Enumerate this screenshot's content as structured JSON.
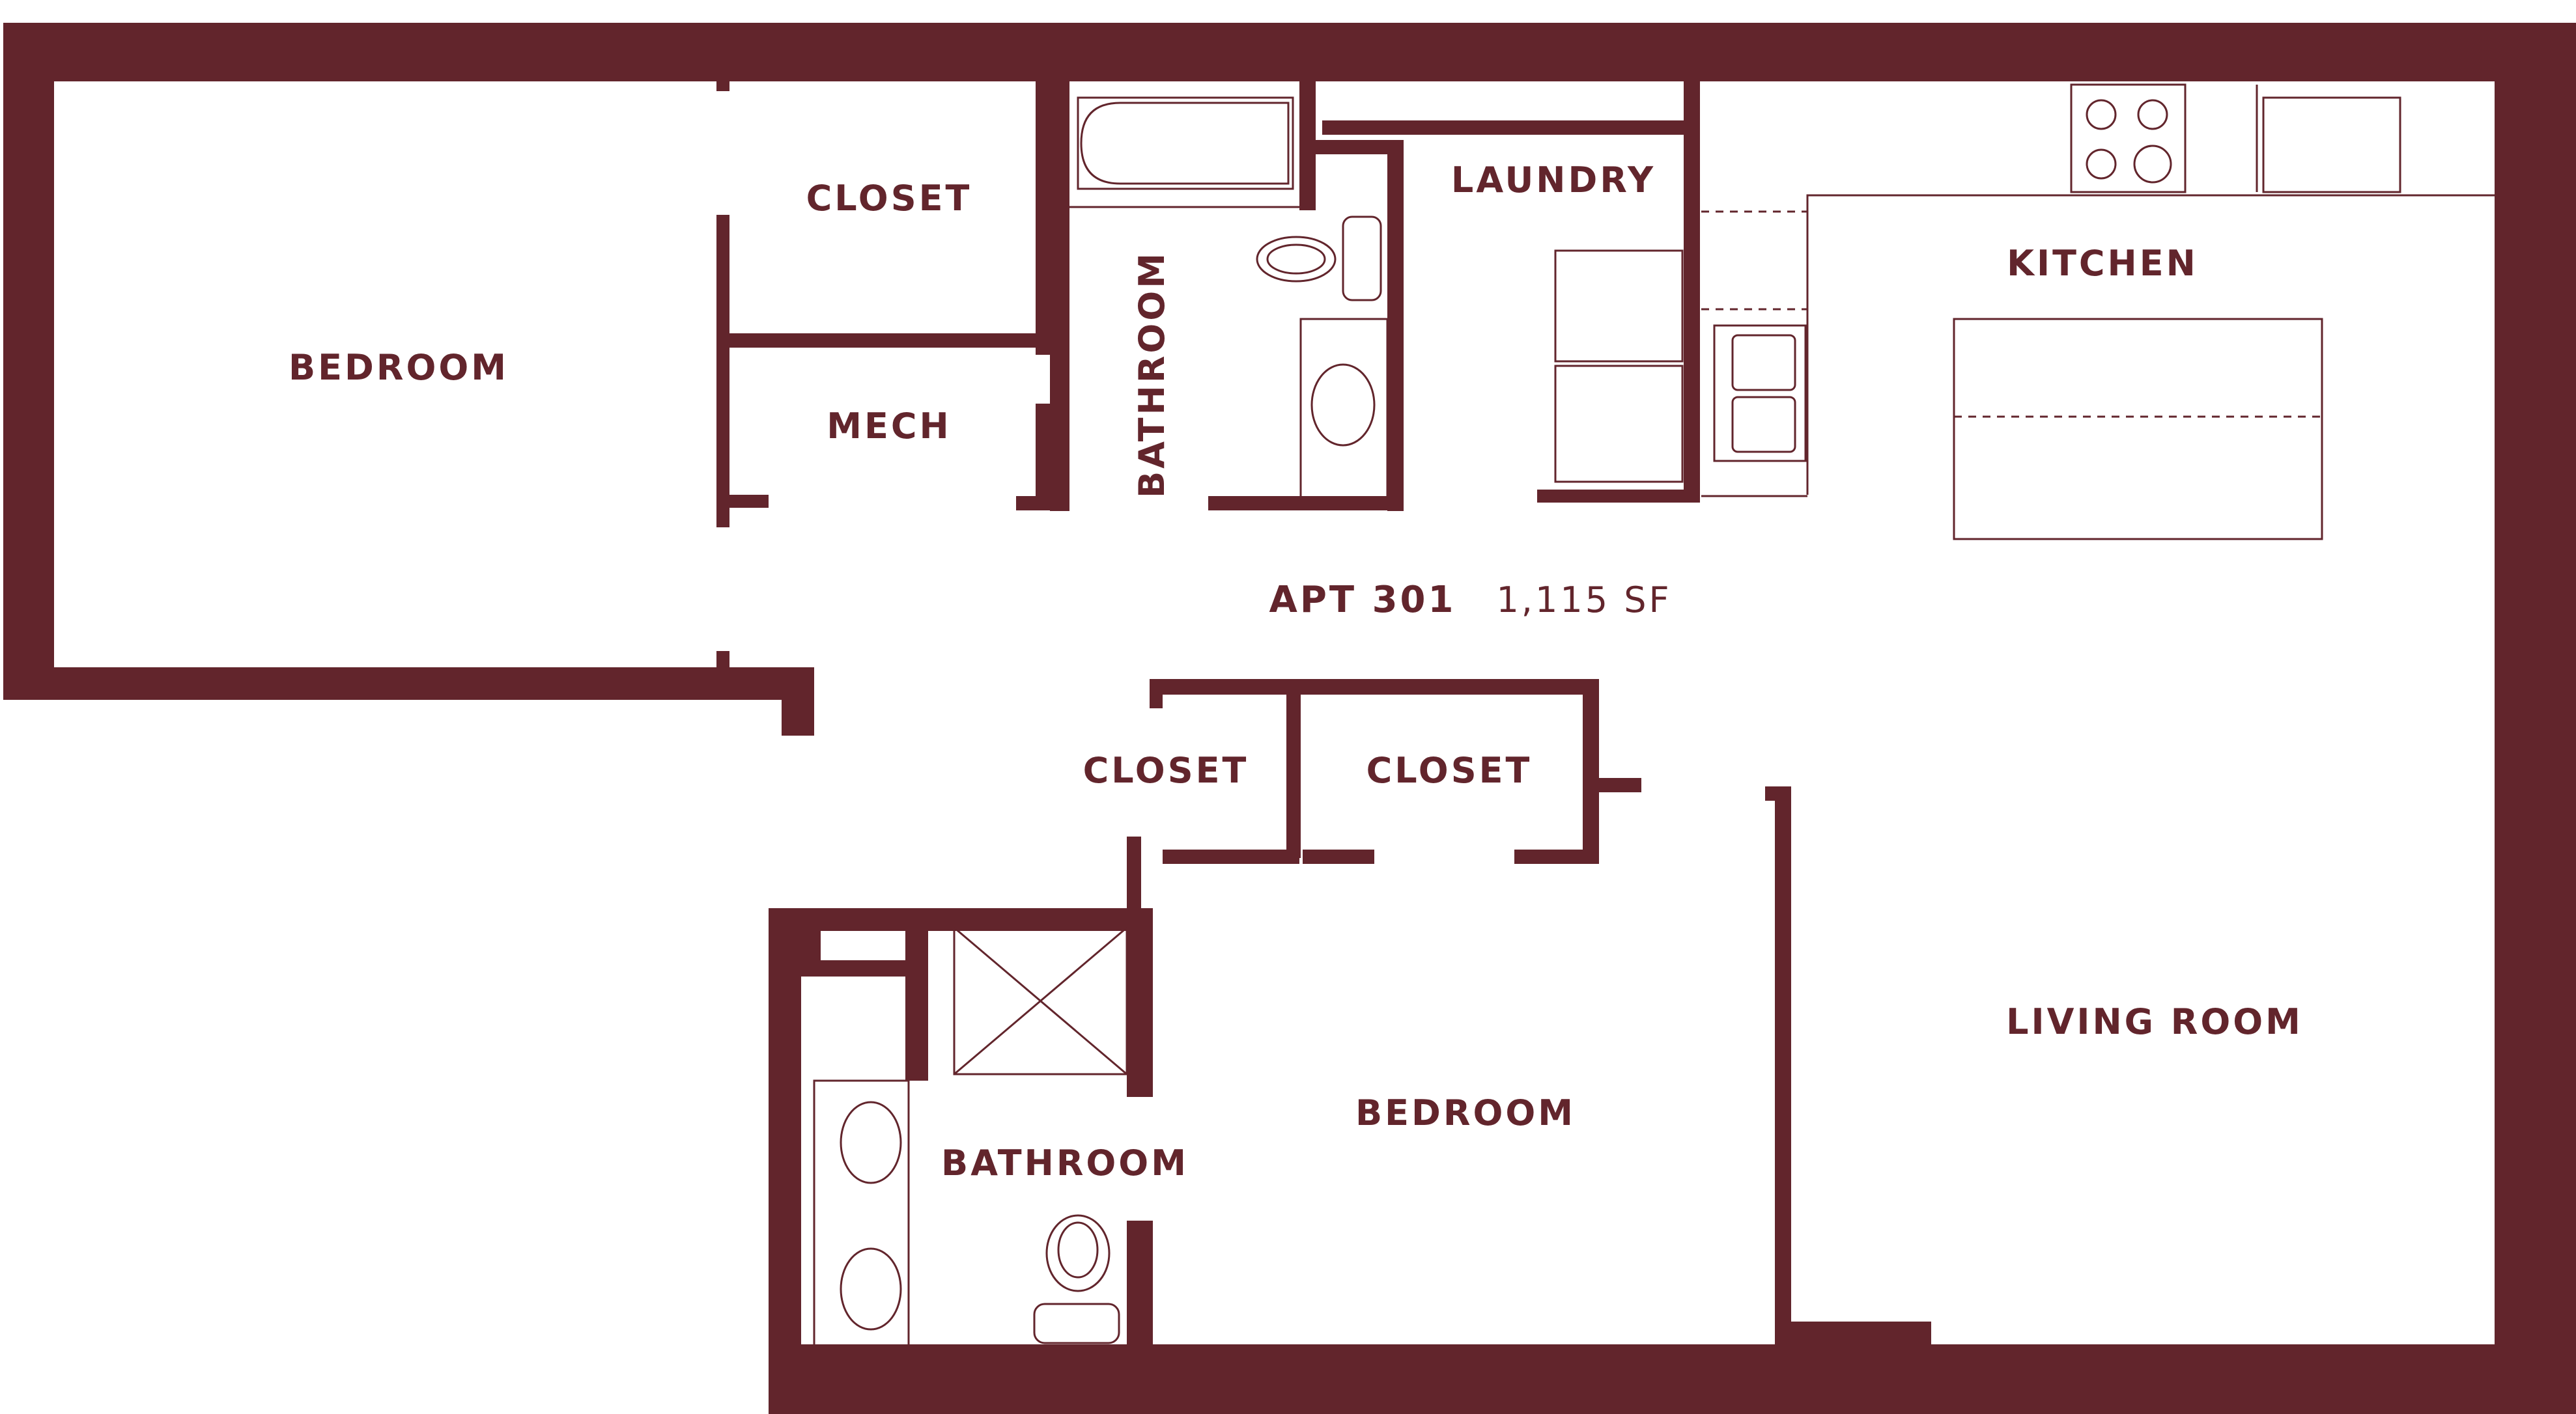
{
  "colors": {
    "wall": "#62252c",
    "fixture_stroke": "#62252c",
    "background": "#ffffff"
  },
  "plan": {
    "unit_name": "APT 301",
    "unit_area": "1,115 SF"
  },
  "rooms": {
    "bedroom_1": "BEDROOM",
    "closet_1": "CLOSET",
    "mech": "MECH",
    "bathroom_1": "BATHROOM",
    "laundry": "LAUNDRY",
    "kitchen": "KITCHEN",
    "closet_2": "CLOSET",
    "closet_3": "CLOSET",
    "bedroom_2": "BEDROOM",
    "bathroom_2": "BATHROOM",
    "living_room": "LIVING ROOM"
  },
  "fixtures": [
    "bathtub-icon",
    "toilet-icon",
    "sink-icon",
    "washer-icon",
    "dryer-icon",
    "stove-icon",
    "kitchen-sink-icon",
    "kitchen-island-icon",
    "shower-icon",
    "double-vanity-icon"
  ]
}
